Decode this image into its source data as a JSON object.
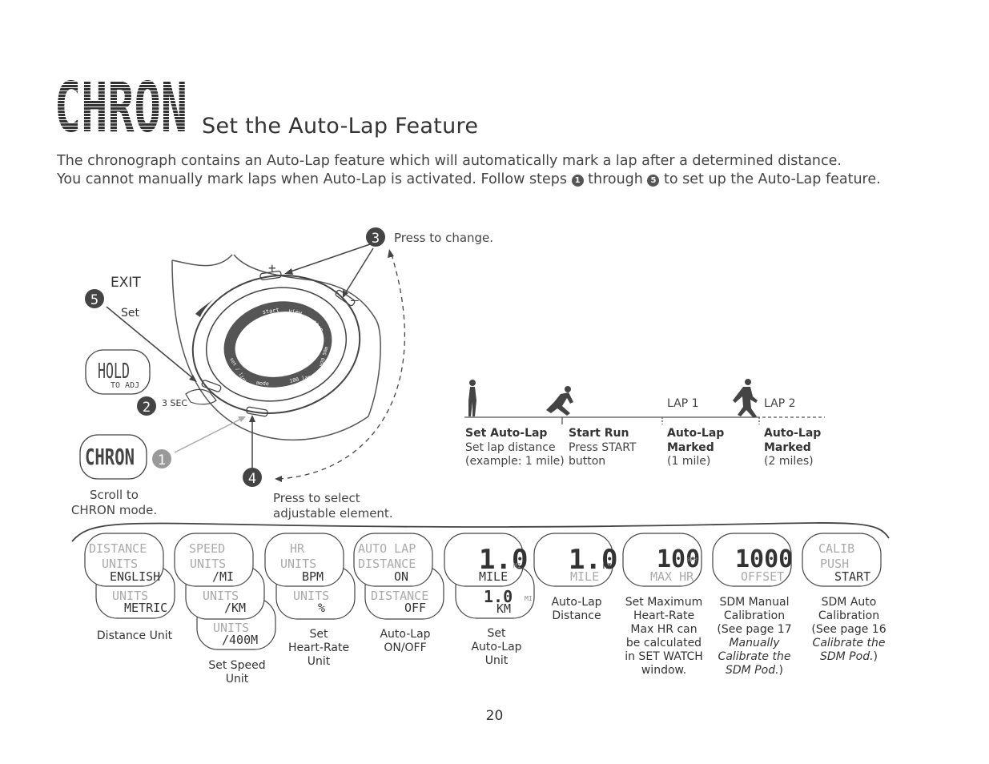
{
  "header": {
    "mode_logo": "CHRON",
    "title": "Set the Auto-Lap Feature"
  },
  "intro": {
    "line1": "The chronograph contains an Auto-Lap feature which will automatically mark a lap after a determined distance.",
    "line2_a": "You cannot manually mark laps when Auto-Lap is activated. Follow steps",
    "step_first": "1",
    "line2_b": "through",
    "step_last": "5",
    "line2_c": "to set up the Auto-Lap feature."
  },
  "steps": {
    "s1": "1",
    "s2": "2",
    "s3": "3",
    "s4": "4",
    "s5": "5",
    "exit": "EXIT",
    "set": "Set",
    "three_sec": "3 SEC",
    "press_change": "Press to change.",
    "press_select_1": "Press to select",
    "press_select_2": "adjustable element.",
    "scroll_1": "Scroll to",
    "scroll_2": "CHRON mode.",
    "hold_1": "HOLD",
    "hold_2": "TO ADJ",
    "chron_lcd": "CHRON",
    "plus": "+",
    "minus": "–"
  },
  "watch_bezel": {
    "start": "start",
    "view": "view",
    "stop": "stop",
    "light": "set / light",
    "mode": "mode",
    "lap": "100 lap",
    "water": "H2O 50m"
  },
  "timeline": {
    "lap1": "LAP 1",
    "lap2": "LAP 2",
    "items": [
      {
        "title": "Set Auto-Lap",
        "l1": "Set lap distance",
        "l2": "(example: 1 mile)"
      },
      {
        "title": "Start Run",
        "l1": "Press START",
        "l2": "button"
      },
      {
        "title": "Auto-Lap",
        "l1": "Marked",
        "l2": "(1 mile)"
      },
      {
        "title": "Auto-Lap",
        "l1": "Marked",
        "l2": "(2 miles)"
      }
    ]
  },
  "screens": {
    "distance_units": {
      "l1": "DISTANCE",
      "l2": "UNITS",
      "l3": "ENGLISH",
      "b1": "UNITS",
      "b2": "METRIC"
    },
    "speed_units": {
      "l1": "SPEED",
      "l2": "UNITS",
      "l3": "/MI",
      "b1": "UNITS",
      "b2": "/KM",
      "c1": "UNITS",
      "c2": "/400M"
    },
    "hr_units": {
      "l1": "HR",
      "l2": "UNITS",
      "l3": "BPM",
      "b1": "UNITS",
      "b2": "%"
    },
    "auto_lap": {
      "l1": "AUTO LAP",
      "l2": "DISTANCE",
      "l3": "ON",
      "b1": "DISTANCE",
      "b2": "OFF"
    },
    "lap_unit": {
      "big": "1.0",
      "l3": "MILE",
      "unit": "MI",
      "b_big": "1.0",
      "b2": "KM",
      "b_unit": "MI"
    },
    "lap_distance": {
      "big": "1.0",
      "unit": "MI",
      "l3": "MILE"
    },
    "max_hr": {
      "big": "100",
      "unit": "BPM",
      "l3": "MAX HR"
    },
    "sdm_manual": {
      "big": "1000",
      "l3": "OFFSET"
    },
    "sdm_auto": {
      "l1": "CALIB",
      "l2": "PUSH",
      "l3": "START"
    }
  },
  "captions": {
    "distance_unit": "Distance Unit",
    "speed_unit_1": "Set Speed",
    "speed_unit_2": "Unit",
    "hr_unit_1": "Set",
    "hr_unit_2": "Heart-Rate",
    "hr_unit_3": "Unit",
    "onoff_1": "Auto-Lap",
    "onoff_2": "ON/OFF",
    "lapunit_1": "Set",
    "lapunit_2": "Auto-Lap",
    "lapunit_3": "Unit",
    "lapdist_1": "Auto-Lap",
    "lapdist_2": "Distance",
    "maxhr_1": "Set Maximum",
    "maxhr_2": "Heart-Rate",
    "maxhr_3": "Max HR can",
    "maxhr_4": "be calculated",
    "maxhr_5": "in SET WATCH",
    "maxhr_6": "window.",
    "sdmm_1": "SDM Manual",
    "sdmm_2": "Calibration",
    "sdmm_3": "(See page 17",
    "sdmm_4": "Manually",
    "sdmm_5": "Calibrate the",
    "sdmm_6": "SDM Pod.",
    "sdmm_7": ")",
    "sdma_1": "SDM Auto",
    "sdma_2": "Calibration",
    "sdma_3": "(See page 16",
    "sdma_4": "Calibrate the",
    "sdma_5": "SDM Pod.",
    "sdma_6": ")"
  },
  "page_number": "20",
  "colors": {
    "ink": "#333333",
    "gray": "#999999",
    "step_circle": "#555555"
  }
}
